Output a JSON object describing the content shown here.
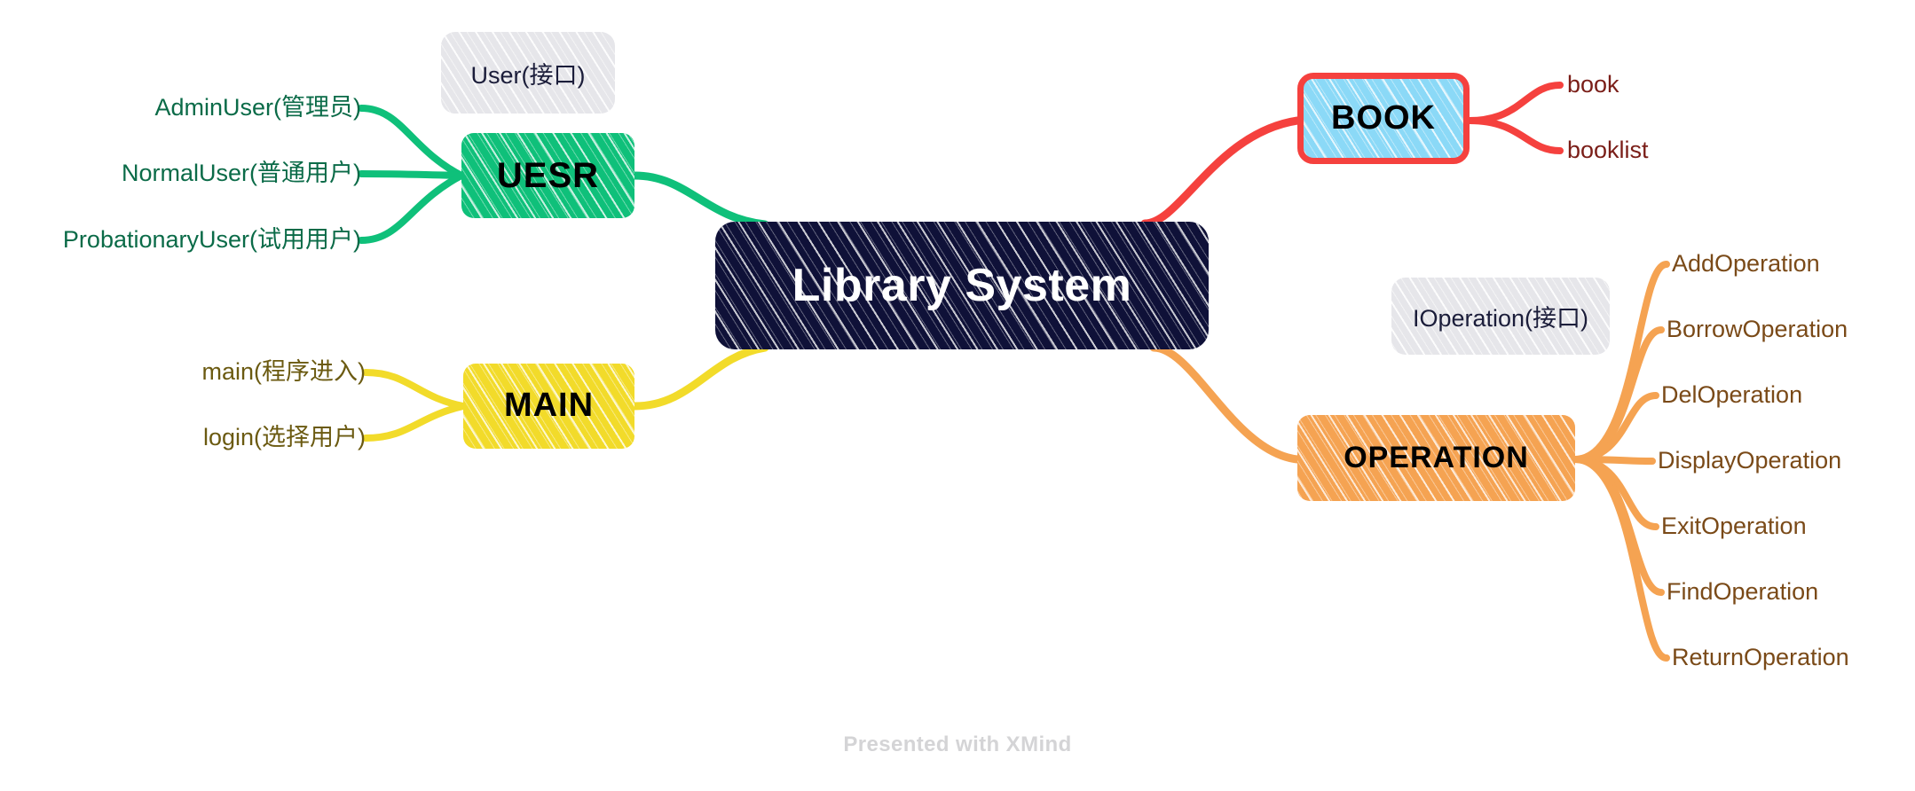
{
  "central": {
    "label": "Library System",
    "color": "#0F1138"
  },
  "branches": [
    {
      "id": "uesr",
      "label": "UESR",
      "color": "#0FC07A",
      "label_color": "#0B6B48",
      "side": "left",
      "note": "User(接口)",
      "children": [
        "AdminUser(管理员)",
        "NormalUser(普通用户)",
        "ProbationaryUser(试用用户)"
      ]
    },
    {
      "id": "main",
      "label": "MAIN",
      "color": "#F2DB2A",
      "label_color": "#6B5A11",
      "side": "left",
      "children": [
        "main(程序进入)",
        "login(选择用户)"
      ]
    },
    {
      "id": "book",
      "label": "BOOK",
      "color": "#8BD9F7",
      "border_color": "#F5413E",
      "label_color": "#7A1E18",
      "side": "right",
      "selected": true,
      "children": [
        "book",
        "booklist"
      ]
    },
    {
      "id": "operation",
      "label": "OPERATION",
      "color": "#F5A352",
      "label_color": "#7A4A18",
      "side": "right",
      "note": "IOperation(接口)",
      "children": [
        "AddOperation",
        "BorrowOperation",
        "DelOperation",
        "DisplayOperation",
        "ExitOperation",
        "FindOperation",
        "ReturnOperation"
      ]
    }
  ],
  "notes": {
    "user": "User(接口)",
    "ioperation": "IOperation(接口)"
  },
  "footer": {
    "watermark": "Presented with XMind"
  },
  "colors": {
    "background": "#FFFFFF",
    "central": "#0F1138",
    "green": "#0FC07A",
    "yellow": "#F2DB2A",
    "blue": "#8BD9F7",
    "red": "#F5413E",
    "orange": "#F5A352",
    "note_gray": "#E6E6EA",
    "watermark_gray": "#D4D4D6"
  }
}
